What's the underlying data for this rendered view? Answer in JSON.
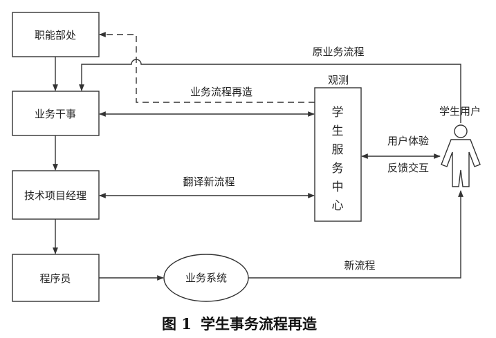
{
  "nodes": {
    "functional_dept": "职能部处",
    "business_clerk": "业务干事",
    "tech_pm": "技术项目经理",
    "programmer": "程序员",
    "business_system": "业务系统",
    "service_center": [
      "学",
      "生",
      "服",
      "务",
      "中",
      "心"
    ],
    "student_user": "学生用户"
  },
  "labels": {
    "original_process": "原业务流程",
    "reengineering": "业务流程再造",
    "observe": "观测",
    "user_experience": "用户体验",
    "feedback": "反馈交互",
    "translate": "翻译新流程",
    "new_process": "新流程"
  },
  "caption": {
    "number": "图 1",
    "title": "学生事务流程再造"
  }
}
